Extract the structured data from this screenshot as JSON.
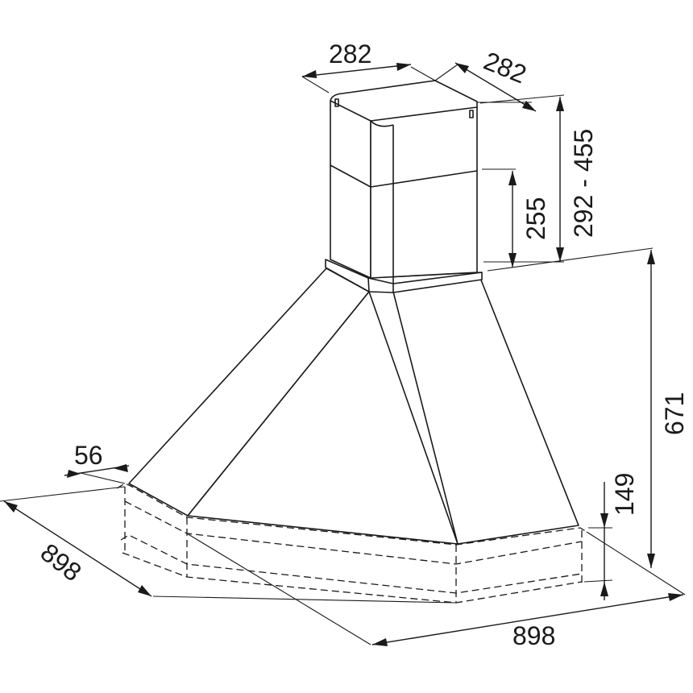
{
  "dimensions": {
    "chimney_width": "282",
    "chimney_depth": "282",
    "chimney_height_range": "292 - 455",
    "upper_chimney_section": "255",
    "canopy_height": "671",
    "trim_height": "149",
    "trim_offset": "56",
    "left_width": "898",
    "right_width": "898"
  }
}
